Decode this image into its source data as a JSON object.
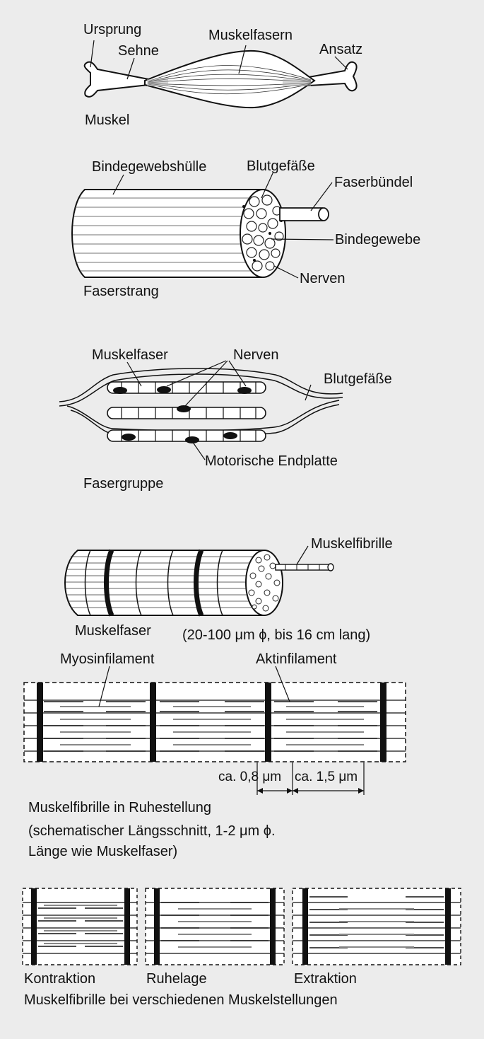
{
  "panel1": {
    "ursprung": "Ursprung",
    "sehne": "Sehne",
    "muskelfasern": "Muskelfasern",
    "ansatz": "Ansatz",
    "caption": "Muskel"
  },
  "panel2": {
    "bindegewebshuelle": "Bindegewebshülle",
    "blutgefaesse": "Blutgefäße",
    "faserbuendel": "Faserbündel",
    "bindegewebe": "Bindegewebe",
    "nerven": "Nerven",
    "caption": "Faserstrang"
  },
  "panel3": {
    "muskelfaser": "Muskelfaser",
    "nerven": "Nerven",
    "blutgefaesse": "Blutgefäße",
    "endplatte": "Motorische Endplatte",
    "caption": "Fasergruppe"
  },
  "panel4": {
    "muskelfibrille": "Muskelfibrille",
    "caption": "Muskelfaser",
    "size": "(20-100 μm ϕ, bis 16 cm lang)"
  },
  "panel5": {
    "myosin": "Myosinfilament",
    "aktin": "Aktinfilament",
    "dim1": "ca. 0,8 μm",
    "dim2": "ca. 1,5 μm",
    "caption1": "Muskelfibrille in Ruhestellung",
    "caption2": "(schematischer Längsschnitt, 1-2 μm ϕ.",
    "caption3": "Länge wie Muskelfaser)"
  },
  "panel6": {
    "kontraktion": "Kontraktion",
    "ruhelage": "Ruhelage",
    "extraktion": "Extraktion",
    "caption": "Muskelfibrille bei verschiedenen Muskelstellungen"
  }
}
